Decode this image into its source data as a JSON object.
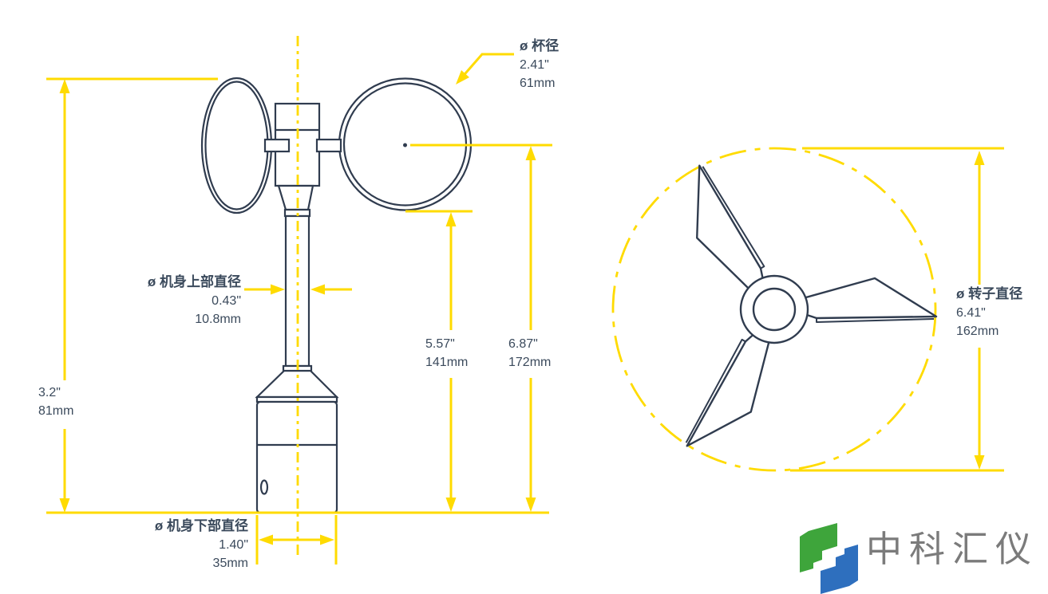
{
  "colors": {
    "line_navy": "#303C4F",
    "dimension_yellow": "#FFDB00",
    "text_navy": "#3B4A5C",
    "logo_green": "#3EA53B",
    "logo_blue": "#2E6FBE",
    "logo_text_gray": "#7B7B7B"
  },
  "side_view": {
    "cup_diameter": {
      "label": "ø 杯径",
      "inch": "2.41\"",
      "mm": "61mm"
    },
    "upper_body_diameter": {
      "label": "ø 机身上部直径",
      "inch": "0.43\"",
      "mm": "10.8mm"
    },
    "lower_body_diameter": {
      "label": "ø 机身下部直径",
      "inch": "1.40\"",
      "mm": "35mm"
    },
    "body_height": {
      "inch": "3.2\"",
      "mm": "81mm"
    },
    "height_to_cup_bottom": {
      "inch": "5.57\"",
      "mm": "141mm"
    },
    "overall_height": {
      "inch": "6.87\"",
      "mm": "172mm"
    }
  },
  "top_view": {
    "rotor_diameter": {
      "label": "ø 转子直径",
      "inch": "6.41\"",
      "mm": "162mm"
    }
  },
  "logo": {
    "name": "中科汇仪"
  }
}
